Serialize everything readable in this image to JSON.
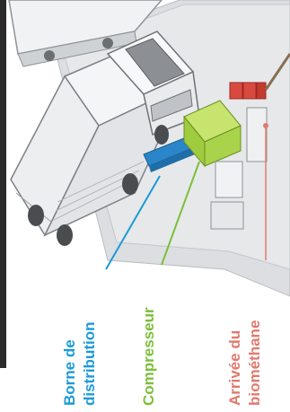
{
  "labels": {
    "borne_line1": "Borne de",
    "borne_line2": "distribution",
    "compresseur": "Compresseur",
    "arrivee_line1": "Arrivée du",
    "arrivee_line2": "biométhane"
  },
  "colors": {
    "borne": "#1c9ad8",
    "compresseur": "#7bbf3a",
    "arrivee": "#e07a6f",
    "compressor_box": "#a9d34b",
    "gas_inlet": "#d9493f",
    "dispenser": "#2a86c8",
    "truck_body": "#eef0f2",
    "ground": "#d8dadd"
  }
}
